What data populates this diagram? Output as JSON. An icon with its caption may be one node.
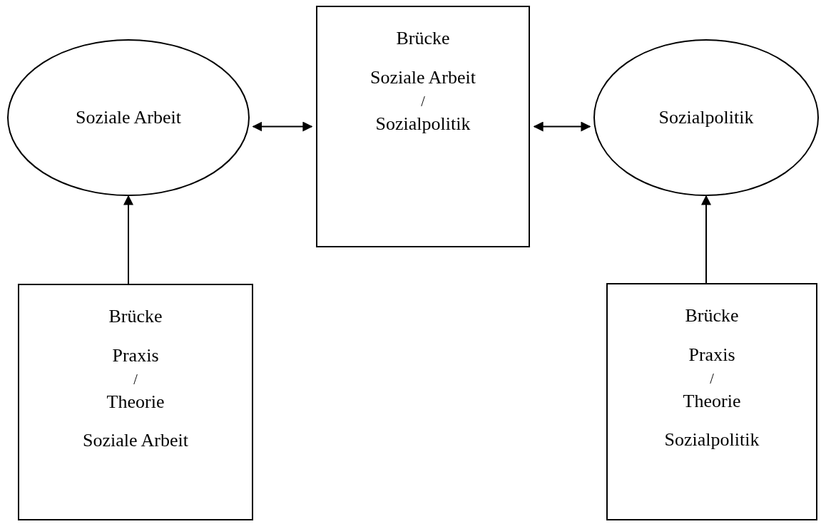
{
  "diagram": {
    "nodes": [
      {
        "text": [
          "Soziale Arbeit"
        ]
      },
      {
        "text": [
          "Brücke",
          "Soziale Arbeit / Sozialpolitik"
        ]
      },
      {
        "text": [
          "Sozialpolitik"
        ]
      },
      {
        "text": [
          "Brücke",
          "Praxis / Theorie",
          "Soziale Arbeit"
        ]
      },
      {
        "text": [
          "Brücke",
          "Praxis / Theorie",
          "Sozialpolitik"
        ]
      }
    ],
    "edges": [
      {
        "from": 0,
        "to": 1,
        "arrow": "both"
      },
      {
        "from": 1,
        "to": 2,
        "arrow": "both"
      },
      {
        "from": 3,
        "to": 0,
        "arrow": "to"
      },
      {
        "from": 4,
        "to": 2,
        "arrow": "to"
      }
    ]
  }
}
